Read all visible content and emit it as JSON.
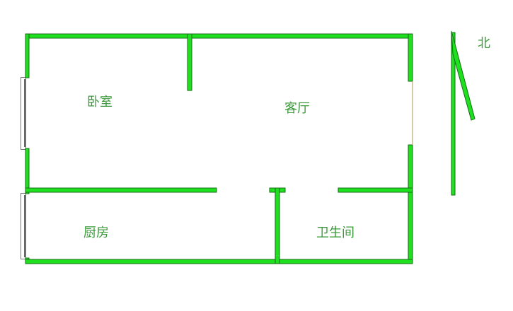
{
  "rooms": {
    "bedroom": "卧室",
    "living_room": "客厅",
    "kitchen": "厨房",
    "bathroom": "卫生间"
  },
  "compass": {
    "north_label": "北"
  },
  "colors": {
    "wall": "#1fe01f",
    "wall_outline": "#166e16",
    "label": "#3c9a3c"
  }
}
